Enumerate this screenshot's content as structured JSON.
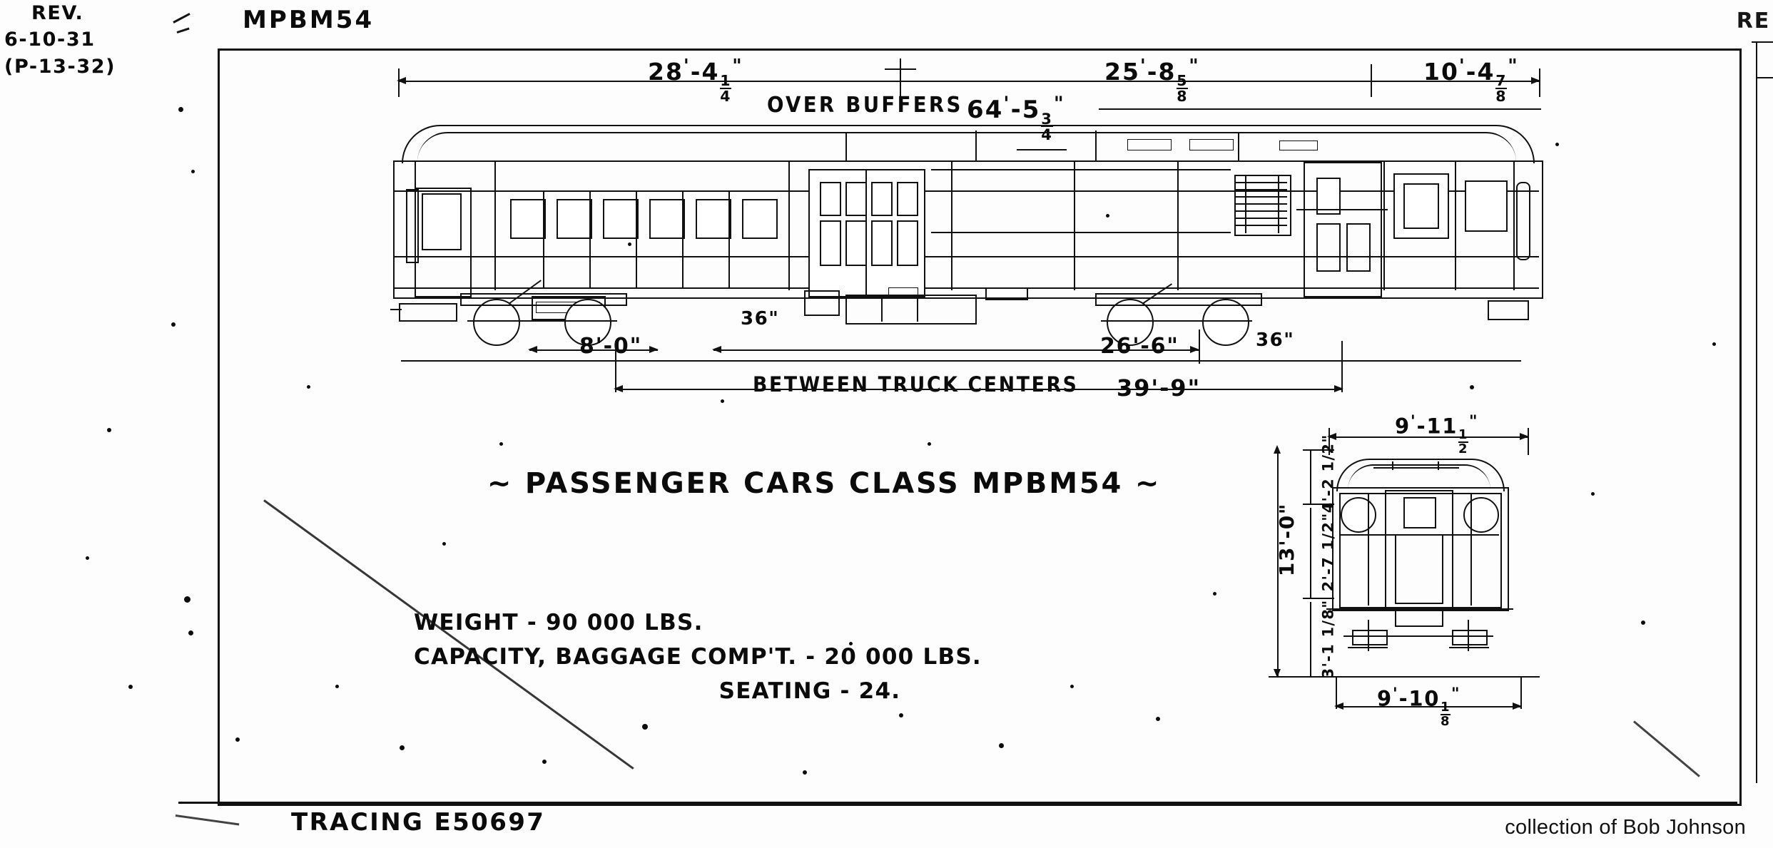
{
  "sheet": {
    "revision_note": {
      "label": "REV.",
      "date": "6-10-31",
      "reference": "(P-13-32)"
    },
    "class_stamp": "MPBM54",
    "right_edge_stamp": "RE",
    "tracing_number": "TRACING E50697",
    "credit": "collection of Bob Johnson"
  },
  "title_block": {
    "title": "~ PASSENGER CARS CLASS MPBM54 ~",
    "title_prefix": "~",
    "title_text": "PASSENGER CARS CLASS MPBM54",
    "title_suffix": "~"
  },
  "specifications": [
    {
      "label": "WEIGHT",
      "value": "90 000 LBS.",
      "text": "WEIGHT - 90 000 LBS."
    },
    {
      "label": "CAPACITY, BAGGAGE COMP'T.",
      "value": "20 000 LBS.",
      "text": "CAPACITY, BAGGAGE COMP'T. - 20 000 LBS."
    },
    {
      "label": "SEATING",
      "value": "24",
      "text": "SEATING - 24."
    }
  ],
  "dimensions": {
    "side_top": [
      {
        "name": "front-section-length",
        "feet": "28",
        "inches": "4",
        "frac_num": "1",
        "frac_den": "4",
        "text": "28'-4 1/4\""
      },
      {
        "name": "rear-section-length",
        "feet": "25",
        "inches": "8",
        "frac_num": "5",
        "frac_den": "8",
        "text": "25'-8 5/8\""
      },
      {
        "name": "end-overhang",
        "feet": "10",
        "inches": "4",
        "frac_num": "7",
        "frac_den": "8",
        "text": "10'-4 7/8\""
      }
    ],
    "over_buffers": {
      "label": "OVER BUFFERS",
      "feet": "64",
      "inches": "5",
      "frac_num": "3",
      "frac_den": "4",
      "text": "64'-5 3/4\""
    },
    "side_bottom": [
      {
        "name": "truck-wheelbase",
        "text": "8'-0\"",
        "feet": "8",
        "inches": "0"
      },
      {
        "name": "truck-center-spacing",
        "text": "26'-6\"",
        "feet": "26",
        "inches": "6"
      },
      {
        "name": "between-truck-centers-label",
        "text": "BETWEEN TRUCK CENTERS"
      },
      {
        "name": "rear-truck-dimension",
        "text": "39'-9\"",
        "feet": "39",
        "inches": "9"
      }
    ],
    "wheel_notes": [
      {
        "name": "front-wheel-diameter",
        "text": "36\""
      },
      {
        "name": "rear-wheel-diameter",
        "text": "36\""
      }
    ],
    "end_view": {
      "width_top": {
        "feet": "9",
        "inches": "11",
        "frac_num": "1",
        "frac_den": "2",
        "text": "9'-11 1/2\""
      },
      "width_bottom": {
        "feet": "9",
        "inches": "10",
        "frac_num": "1",
        "frac_den": "8",
        "text": "9'-10 1/8\""
      },
      "height_overall": {
        "feet": "13",
        "inches": "0",
        "text": "13'-0\""
      },
      "height_sub_upper": {
        "text": "4'-2 1/2\""
      },
      "height_sub_mid": {
        "text": "2'-7 1/2\""
      },
      "height_sub_lower": {
        "text": "3'-1 1/8\""
      }
    }
  },
  "colors": {
    "ink": "#0b0b0b",
    "paper": "#fdfdfd",
    "line": "#111111"
  }
}
